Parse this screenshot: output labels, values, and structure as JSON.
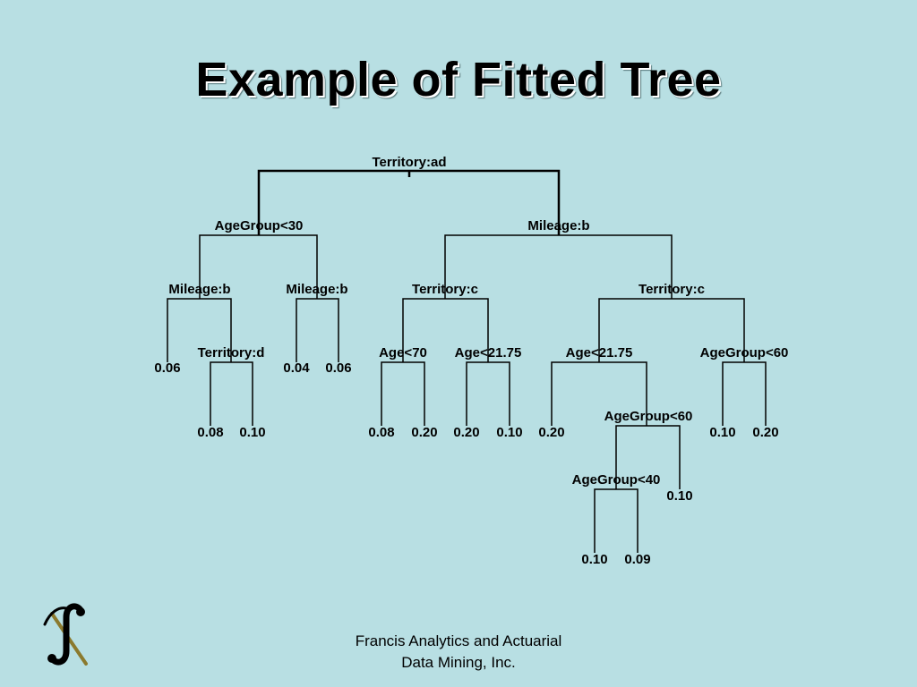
{
  "title": "Example of Fitted Tree",
  "tree": {
    "nodes": {
      "root": "Territory:ad",
      "l": "AgeGroup<30",
      "r": "Mileage:b",
      "ll": "Mileage:b",
      "lr": "Mileage:b",
      "rl": "Territory:c",
      "rr": "Territory:c",
      "llr": "Territory:d",
      "rll": "Age<70",
      "rlr": "Age<21.75",
      "rrl": "Age<21.75",
      "rrr": "AgeGroup<60",
      "rrlr": "AgeGroup<60",
      "rrlrl": "AgeGroup<40"
    },
    "leaves": {
      "lll": "0.06",
      "llrl": "0.08",
      "llrr": "0.10",
      "lrl": "0.04",
      "lrr": "0.06",
      "rlll": "0.08",
      "rllr": "0.20",
      "rlrl": "0.20",
      "rlrr": "0.10",
      "rrll": "0.20",
      "rrlrll": "0.10",
      "rrlrlr": "0.09",
      "rrlrr": "0.10",
      "rrrl": "0.10",
      "rrrr": "0.20"
    }
  },
  "footer": {
    "line1": "Francis Analytics and Actuarial",
    "line2": "Data Mining, Inc."
  },
  "logo": {
    "icon": "integral-pickaxe-logo",
    "glyph_color": "#000000",
    "handle_color": "#8b7a2e"
  }
}
